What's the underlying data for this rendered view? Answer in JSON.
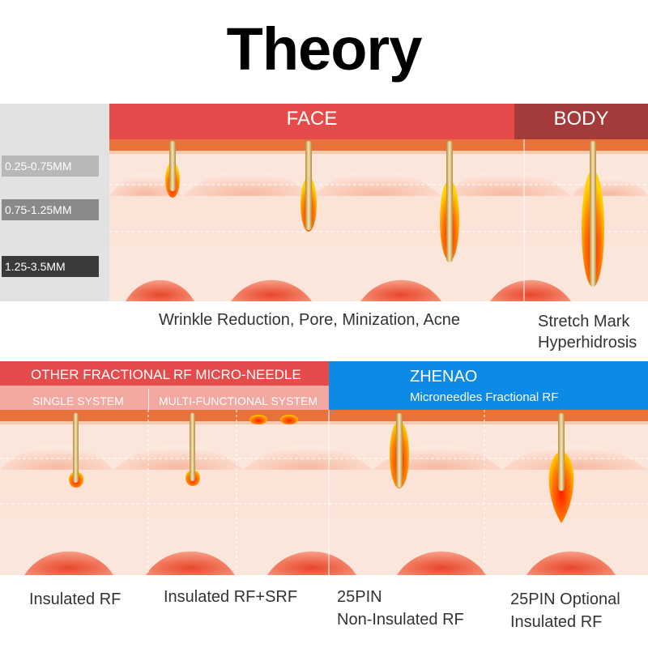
{
  "title": "Theory",
  "depths": [
    "0.25-0.75MM",
    "0.75-1.25MM",
    "1.25-3.5MM"
  ],
  "face_label": "FACE",
  "body_label": "BODY",
  "top_captions": {
    "face": "Wrinkle Reduction, Pore, Minization, Acne",
    "body_line1": "Stretch Mark",
    "body_line2": "Hyperhidrosis"
  },
  "other": {
    "title": "OTHER FRACTIONAL RF MICRO-NEEDLE",
    "single": "SINGLE SYSTEM",
    "multi": "MULTI-FUNCTIONAL SYSTEM"
  },
  "zhenao": {
    "title": "ZHENAO",
    "subtitle": "Microneedles Fractional RF"
  },
  "bottom_captions": {
    "c1": "Insulated RF",
    "c2": "Insulated RF+SRF",
    "c3_line1": "25PIN",
    "c3_line2": "Non-Insulated RF",
    "c4_line1": "25PIN Optional",
    "c4_line2": "Insulated RF"
  },
  "colors": {
    "face_band": "#e54b4b",
    "body_band": "#a33b3b",
    "zhenao_band": "#0d8ae6",
    "skin": "#fbe1d6",
    "skin_top": "#e8733a"
  }
}
